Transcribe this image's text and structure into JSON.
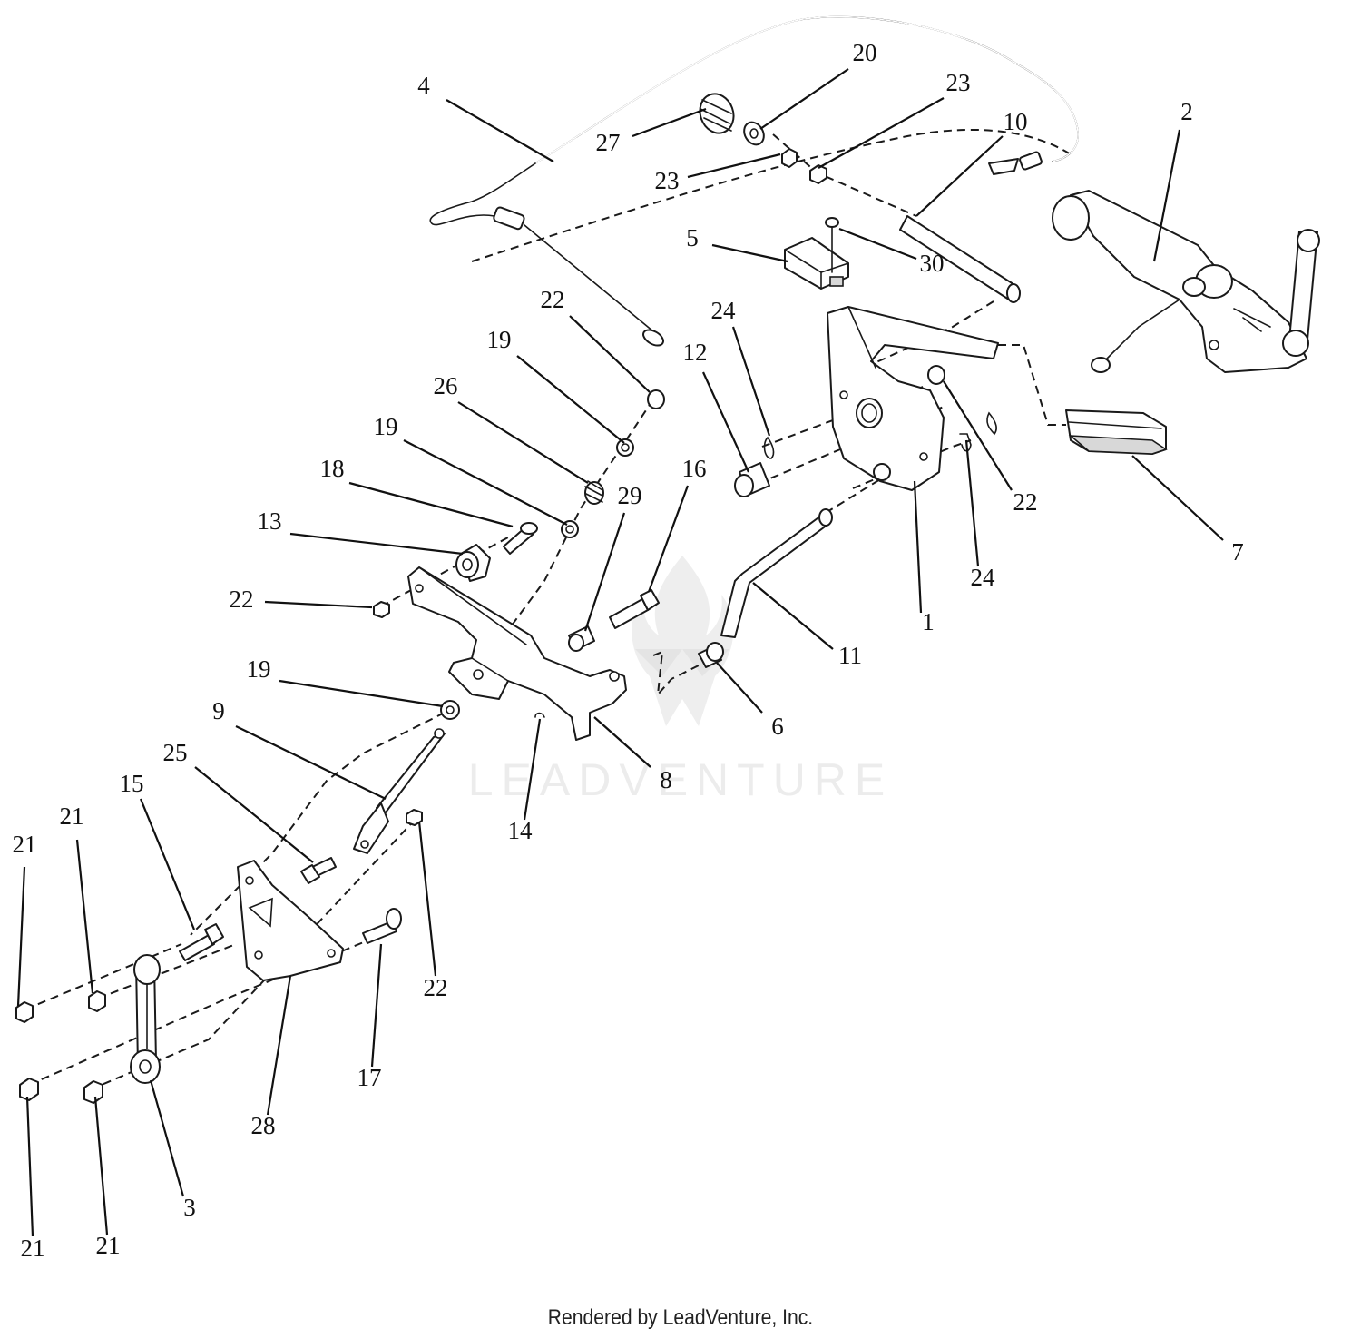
{
  "watermark": {
    "text": "LEADVENTURE",
    "icon": "leadventure-flame-logo"
  },
  "footer": {
    "text": "Rendered by LeadVenture, Inc."
  },
  "colors": {
    "line": "#1a1a1a",
    "watermark": "#ececec",
    "background": "#ffffff"
  },
  "callouts": [
    {
      "n": "1",
      "part": "bracket-plate"
    },
    {
      "n": "2",
      "part": "pedal-assembly"
    },
    {
      "n": "3",
      "part": "link-arm"
    },
    {
      "n": "4",
      "part": "cable"
    },
    {
      "n": "5",
      "part": "switch"
    },
    {
      "n": "6",
      "part": "bushing"
    },
    {
      "n": "7",
      "part": "pedal-pad"
    },
    {
      "n": "8",
      "part": "mount-bracket"
    },
    {
      "n": "9",
      "part": "rod"
    },
    {
      "n": "10",
      "part": "pin"
    },
    {
      "n": "11",
      "part": "bent-rod"
    },
    {
      "n": "12",
      "part": "spacer"
    },
    {
      "n": "13",
      "part": "roller"
    },
    {
      "n": "14",
      "part": "clip"
    },
    {
      "n": "15",
      "part": "bolt"
    },
    {
      "n": "16",
      "part": "bolt"
    },
    {
      "n": "17",
      "part": "bolt"
    },
    {
      "n": "18",
      "part": "pin"
    },
    {
      "n": "19",
      "part": "washer"
    },
    {
      "n": "19",
      "part": "washer"
    },
    {
      "n": "19",
      "part": "washer"
    },
    {
      "n": "20",
      "part": "washer"
    },
    {
      "n": "21",
      "part": "nut"
    },
    {
      "n": "21",
      "part": "nut"
    },
    {
      "n": "21",
      "part": "nut"
    },
    {
      "n": "21",
      "part": "nut"
    },
    {
      "n": "22",
      "part": "nut"
    },
    {
      "n": "22",
      "part": "nut"
    },
    {
      "n": "22",
      "part": "nut"
    },
    {
      "n": "22",
      "part": "nut"
    },
    {
      "n": "23",
      "part": "nut"
    },
    {
      "n": "23",
      "part": "nut"
    },
    {
      "n": "24",
      "part": "clip"
    },
    {
      "n": "24",
      "part": "clip"
    },
    {
      "n": "25",
      "part": "bolt"
    },
    {
      "n": "26",
      "part": "spring"
    },
    {
      "n": "27",
      "part": "spring"
    },
    {
      "n": "28",
      "part": "plate"
    },
    {
      "n": "29",
      "part": "spacer"
    },
    {
      "n": "30",
      "part": "screw"
    }
  ]
}
